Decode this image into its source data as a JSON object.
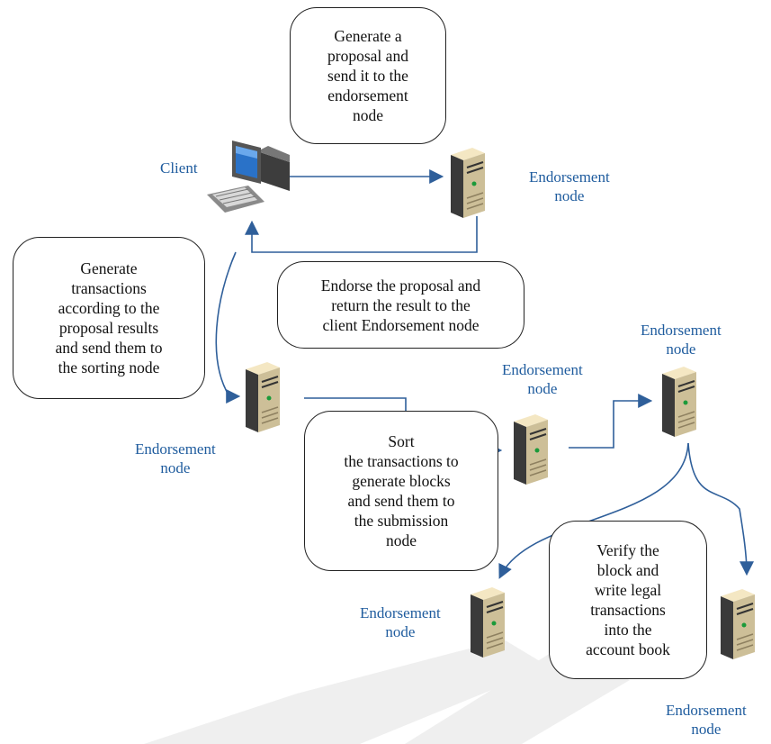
{
  "boxes": {
    "generate_proposal": "Generate a\nproposal and\nsend it to the\nendorsement\nnode",
    "endorse_proposal": "Endorse the proposal and\nreturn the result to the\nclient Endorsement node",
    "generate_transactions": "Generate\ntransactions\naccording to the\nproposal results\nand send them to\nthe sorting node",
    "sort_transactions": "Sort\nthe transactions to\ngenerate blocks\nand send them to\nthe submission\nnode",
    "verify_block": "Verify the\nblock and\nwrite legal\ntransactions\ninto the\naccount book"
  },
  "labels": {
    "client": "Client",
    "endorsement_node_top": "Endorsement\nnode",
    "endorsement_node_left": "Endorsement\nnode",
    "endorsement_node_middle": "Endorsement\nnode",
    "endorsement_node_right": "Endorsement\nnode",
    "endorsement_node_bottom_left": "Endorsement\nnode",
    "endorsement_node_bottom_right": "Endorsement\nnode"
  },
  "colors": {
    "arrow": "#2f5f9a",
    "label_text": "#1f5c9e",
    "watermark": "#efefef"
  },
  "icons": [
    "computer-client-icon",
    "server-tower-icon"
  ]
}
